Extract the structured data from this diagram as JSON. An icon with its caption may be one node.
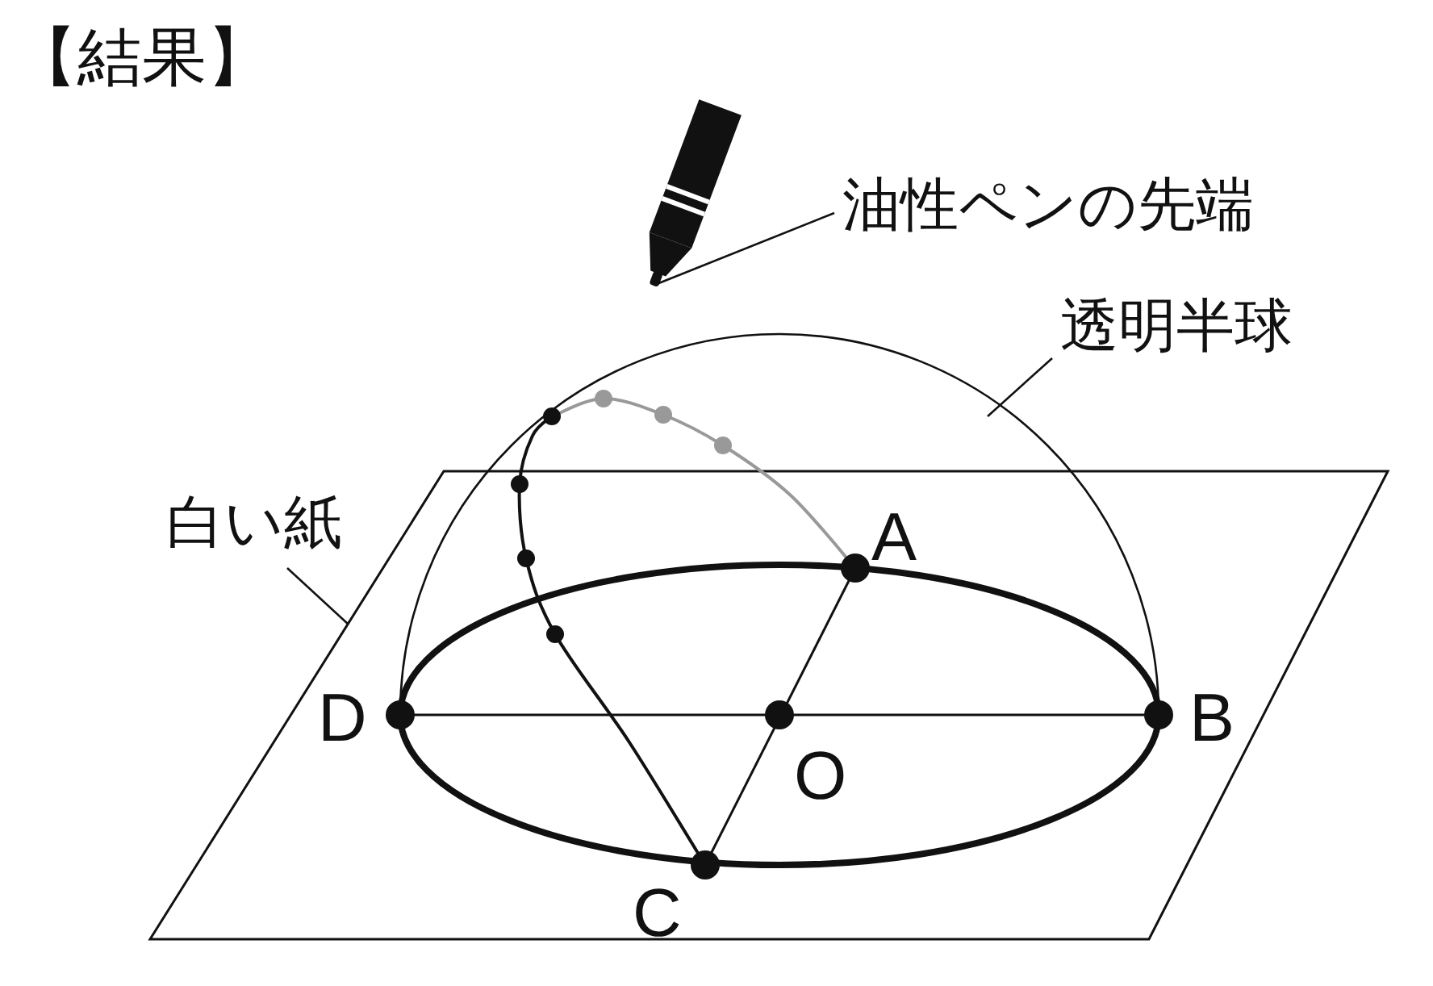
{
  "diagram": {
    "title": "【結果】",
    "nodes": [
      {
        "text": [
          "油性ペンの先端"
        ]
      },
      {
        "text": [],
        "shape": "picture"
      },
      {
        "text": [
          "透明半球"
        ]
      },
      {
        "text": [],
        "shape": "dome"
      },
      {
        "text": [
          "白い紙"
        ]
      },
      {
        "text": [],
        "shape": "parallelogram"
      }
    ],
    "edges": [
      {
        "from": 0,
        "to": 1,
        "arrow": "none"
      },
      {
        "from": 2,
        "to": 3,
        "arrow": "none"
      },
      {
        "from": 4,
        "to": 5,
        "arrow": "none"
      }
    ],
    "labels": [
      "A",
      "D",
      "O",
      "B",
      "C"
    ]
  }
}
